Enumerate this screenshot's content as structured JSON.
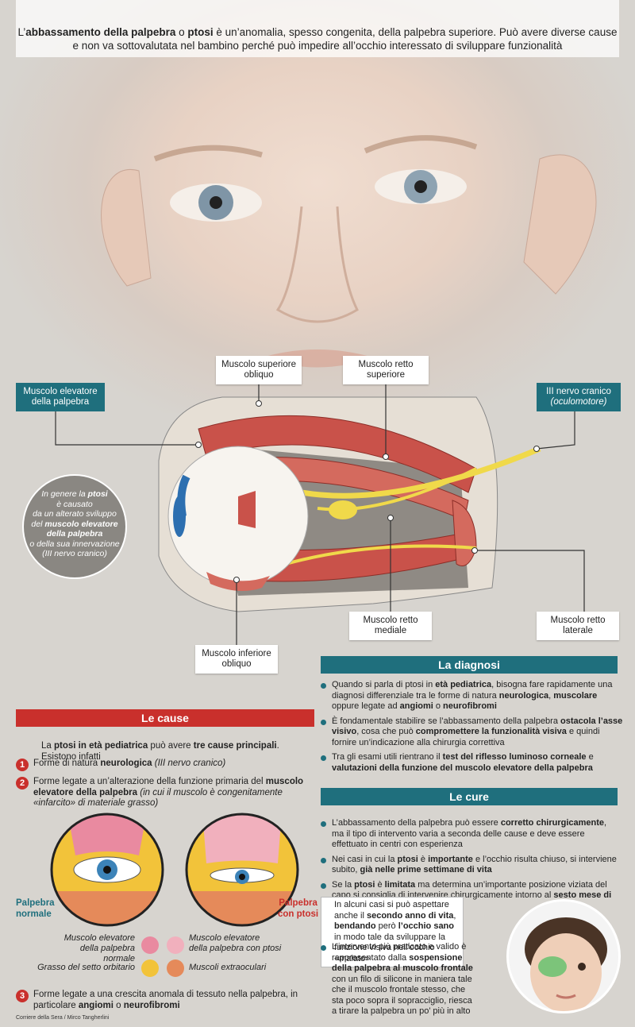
{
  "intro": {
    "line1_pre": "L’",
    "line1_b1": "abbassamento della palpebra",
    "line1_mid": " o ",
    "line1_b2": "ptosi",
    "line1_post": " è un’anomalia, spesso congenita, della palpebra superiore. Può avere diverse cause",
    "line2": "e non va sottovalutata nel bambino perché può impedire all’occhio interessato di sviluppare funzionalità"
  },
  "labels": {
    "elevatore": [
      "Muscolo elevatore",
      "della palpebra"
    ],
    "sup_obliquo": [
      "Muscolo superiore",
      "obliquo"
    ],
    "retto_sup": [
      "Muscolo retto",
      "superiore"
    ],
    "nervo": [
      "III nervo cranico",
      "(oculomotore)"
    ],
    "retto_mediale": [
      "Muscolo retto",
      "mediale"
    ],
    "retto_laterale": [
      "Muscolo retto",
      "laterale"
    ],
    "inf_obliquo": [
      "Muscolo inferiore",
      "obliquo"
    ]
  },
  "note": {
    "l1": "In genere la ",
    "l1b": "ptosi",
    "l2": "è causato",
    "l3": "da un alterato sviluppo",
    "l4": "del ",
    "l4b": "muscolo elevatore",
    "l5b": "della palpebra",
    "l6": "o della sua innervazione",
    "l7": "(III nervo cranico)"
  },
  "cause": {
    "title": "Le cause",
    "intro_pre": "La ",
    "intro_b1": "ptosi in età pediatrica",
    "intro_mid": " può avere ",
    "intro_b2": "tre cause principali",
    "intro_post": ". Esistono infatti",
    "c1_num": "1",
    "c1_pre": "Forme di natura ",
    "c1_b": "neurologica",
    "c1_post": " (III nervo cranico)",
    "c2_num": "2",
    "c2_pre": "Forme legate a un’alterazione della funzione primaria del ",
    "c2_b": "muscolo elevatore della palpebra",
    "c2_post": " (in cui il muscolo è congenitamente «infarcito» di materiale grasso)",
    "c3_num": "3",
    "c3_pre": "Forme legate a una crescita anomala di tessuto nella palpebra, in particolare ",
    "c3_b1": "angiomi",
    "c3_mid": " o ",
    "c3_b2": "neurofibromi"
  },
  "eyes": {
    "left_label_1": "Palpebra",
    "left_label_2": "normale",
    "right_label_1": "Palpebra",
    "right_label_2": "con ptosi"
  },
  "legend": {
    "a": [
      "Muscolo elevatore",
      "della palpebra normale"
    ],
    "b": [
      "Muscolo elevatore",
      "della palpebra con ptosi"
    ],
    "c": "Grasso del setto orbitario",
    "d": "Muscoli extraoculari",
    "colors": {
      "a": "#e98aa0",
      "b": "#f1b0bd",
      "c": "#f2c33a",
      "d": "#e58a5a"
    }
  },
  "diagnosi": {
    "title": "La diagnosi",
    "b1": [
      "Quando si parla di ptosi in ",
      "età pediatrica",
      ", bisogna fare rapidamente una diagnosi differenziale tra le forme di natura ",
      "neurologica",
      ", ",
      "muscolare",
      " oppure legate ad ",
      "angiomi",
      " o ",
      "neurofibromi"
    ],
    "b2": [
      "È fondamentale stabilire se l’abbassamento della palpebra ",
      "ostacola l’asse visivo",
      ", cosa che può ",
      "compromettere la funzionalità visiva",
      " e quindi fornire un’indicazione alla chirurgia correttiva"
    ],
    "b3": [
      "Tra gli esami utili rientrano il ",
      "test del riflesso luminoso corneale",
      " e ",
      "valutazioni della funzione del muscolo elevatore della palpebra"
    ]
  },
  "cure": {
    "title": "Le cure",
    "b1": [
      "L’abbassamento della palpebra può essere ",
      "corretto chirurgicamente",
      ", ma il tipo di intervento varia a seconda delle cause e deve essere effettuato in centri con esperienza"
    ],
    "b2": [
      "Nei casi in cui la ",
      "ptosi",
      " è ",
      "importante",
      " e l’occhio risulta chiuso, si interviene subito, ",
      "già nelle prime settimane di vita"
    ],
    "b3": [
      "Se la ",
      "ptosi",
      " è ",
      "limitata",
      " ma determina un’importante posizione viziata del capo si consiglia di intervenire chirurgicamente intorno al ",
      "sesto mese di vita"
    ],
    "b4": [
      "In alcuni casi si può aspettare anche il ",
      "secondo anno di vita",
      ", ",
      "bendando",
      " però ",
      "l’occhio sano",
      " in modo tale da sviluppare la funzione visiva nell’occhio «malato»"
    ],
    "b5": [
      "L’intervento più praticato e valido è rappresentato dalla ",
      "sospensione della palpebra al muscolo frontale",
      " con un filo di silicone in maniera tale che il muscolo frontale stesso, che sta poco sopra il sopracciglio, riesca a tirare la palpebra un po’ più in alto"
    ]
  },
  "credit": "Corriere della Sera / Mirco Tangherlini"
}
